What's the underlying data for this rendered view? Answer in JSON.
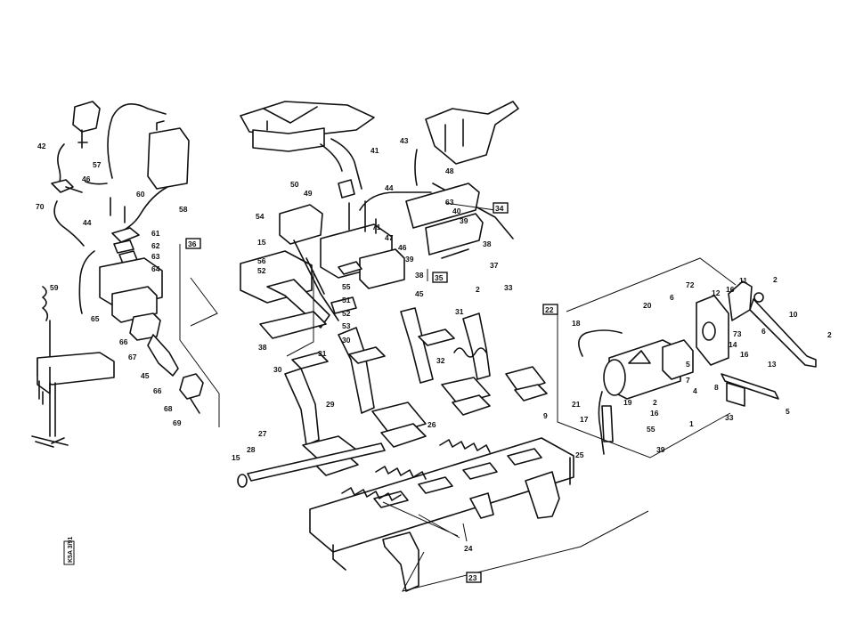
{
  "diagram": {
    "callouts": [
      "42",
      "57",
      "46",
      "70",
      "44",
      "60",
      "58",
      "61",
      "62",
      "63",
      "64",
      "59",
      "65",
      "66",
      "67",
      "45",
      "66",
      "68",
      "69",
      "43",
      "48",
      "41",
      "50",
      "49",
      "54",
      "15",
      "56",
      "52",
      "55",
      "51",
      "52",
      "53",
      "38",
      "30",
      "31",
      "30",
      "44",
      "71",
      "47",
      "46",
      "39",
      "38",
      "45",
      "63",
      "40",
      "39",
      "38",
      "37",
      "2",
      "33",
      "31",
      "32",
      "29",
      "27",
      "28",
      "15",
      "26",
      "25",
      "24",
      "9",
      "72",
      "6",
      "11",
      "16",
      "12",
      "2",
      "10",
      "2",
      "20",
      "18",
      "73",
      "14",
      "16",
      "6",
      "5",
      "7",
      "4",
      "1",
      "8",
      "13",
      "21",
      "17",
      "19",
      "2",
      "16",
      "55",
      "39",
      "33",
      "5"
    ],
    "boxed_callouts": [
      "36",
      "34",
      "35",
      "22",
      "23"
    ],
    "drawing_code": "K5A 3/91"
  }
}
